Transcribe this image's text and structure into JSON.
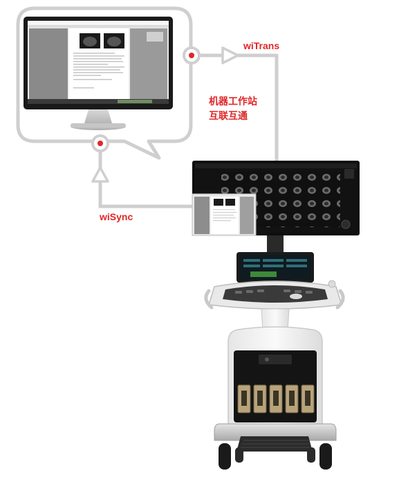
{
  "labels": {
    "wi_trans": "wiTrans",
    "wi_sync": "wiSync",
    "interconnect_line1": "机器工作站",
    "interconnect_line2": "互联互通"
  },
  "colors": {
    "accent_red": "#e02727",
    "line_gray": "#cfcfcf",
    "device_dark": "#1c1c1e",
    "device_light": "#f1f1f1"
  }
}
